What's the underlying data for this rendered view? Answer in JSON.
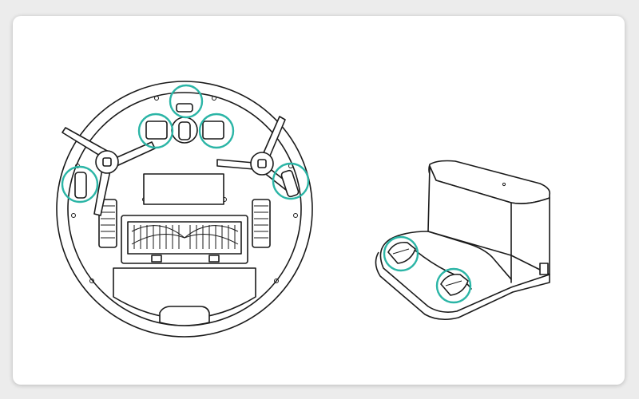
{
  "colors": {
    "background": "#ececec",
    "card": "#ffffff",
    "line": "#1a1a1a",
    "highlight": "#2bb5a6"
  },
  "figure": {
    "robot_view": "robot-vacuum-underside",
    "dock_view": "charging-dock",
    "highlighted_count": 7
  }
}
